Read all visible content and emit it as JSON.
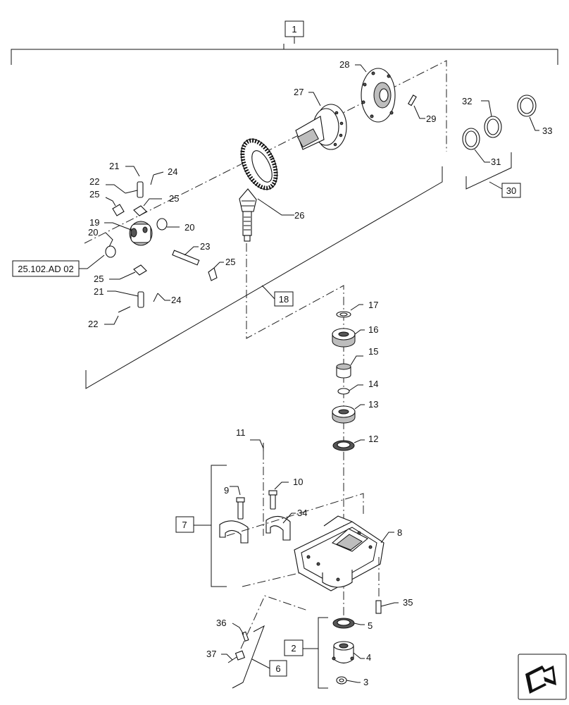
{
  "callouts": {
    "c1": "1",
    "c2": "2",
    "c3": "3",
    "c4": "4",
    "c5": "5",
    "c6": "6",
    "c7": "7",
    "c8": "8",
    "c9": "9",
    "c10": "10",
    "c11": "11",
    "c12": "12",
    "c13": "13",
    "c14": "14",
    "c15": "15",
    "c16": "16",
    "c17": "17",
    "c18": "18",
    "c19": "19",
    "c20a": "20",
    "c20b": "20",
    "c21a": "21",
    "c21b": "21",
    "c22a": "22",
    "c22b": "22",
    "c23": "23",
    "c24a": "24",
    "c24b": "24",
    "c25a": "25",
    "c25b": "25",
    "c25c": "25",
    "c25d": "25",
    "c26": "26",
    "c27": "27",
    "c28": "28",
    "c29": "29",
    "c30": "30",
    "c31": "31",
    "c32": "32",
    "c33": "33",
    "c34": "34",
    "c35": "35",
    "c36": "36",
    "c37": "37"
  },
  "reference_link": "25.102.AD 02",
  "icons": {
    "navigation": "next-page-arrow-icon"
  }
}
